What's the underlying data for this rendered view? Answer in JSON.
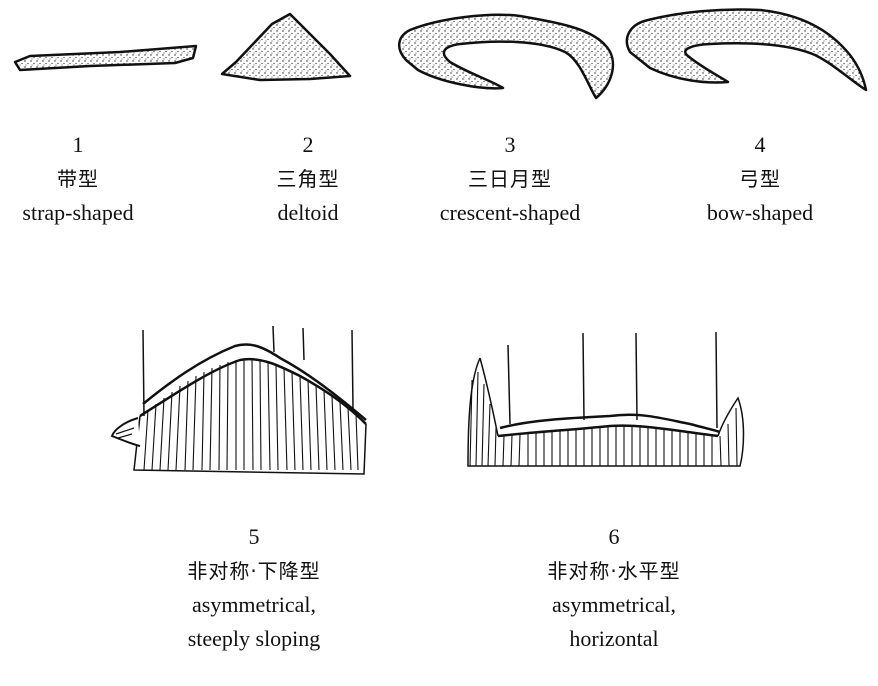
{
  "shapes": [
    {
      "number": "1",
      "chinese": "带型",
      "english": [
        "strap-shaped"
      ]
    },
    {
      "number": "2",
      "chinese": "三角型",
      "english": [
        "deltoid"
      ]
    },
    {
      "number": "3",
      "chinese": "三日月型",
      "english": [
        "crescent-shaped"
      ]
    },
    {
      "number": "4",
      "chinese": "弓型",
      "english": [
        "bow-shaped"
      ]
    },
    {
      "number": "5",
      "chinese": "非对称·下降型",
      "english": [
        "asymmetrical,",
        "steeply sloping"
      ]
    },
    {
      "number": "6",
      "chinese": "非对称·水平型",
      "english": [
        "asymmetrical,",
        "horizontal"
      ]
    }
  ]
}
